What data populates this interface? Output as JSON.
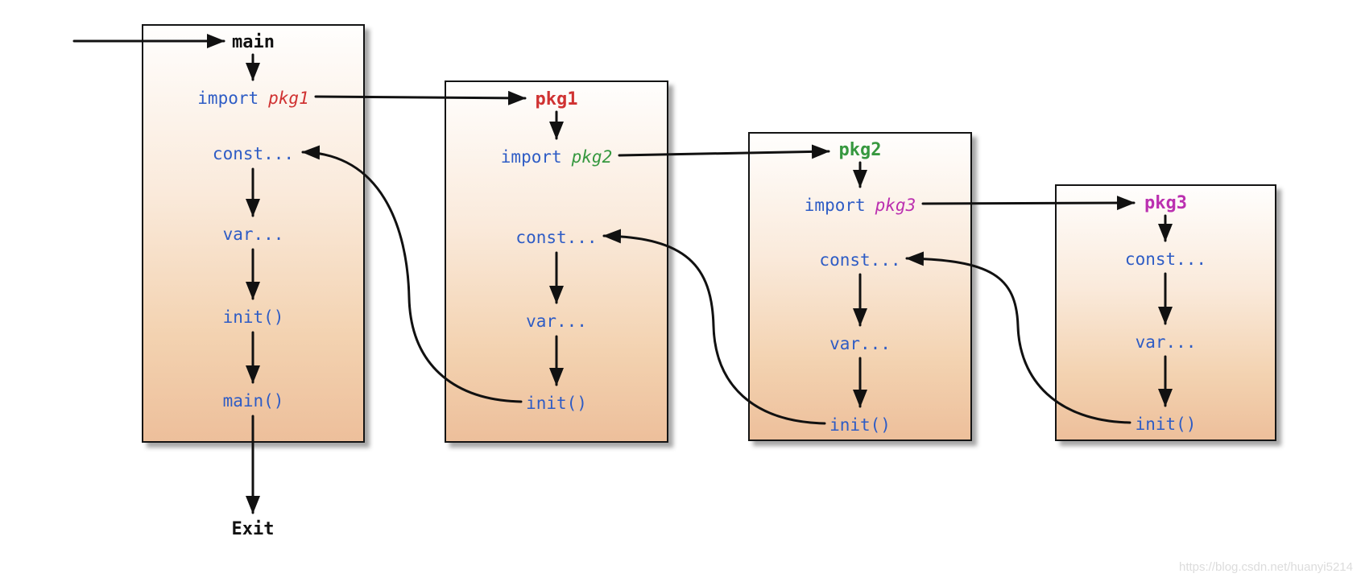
{
  "boxes": [
    {
      "id": "main",
      "title": "main",
      "import_keyword": "import",
      "import_package": "pkg1",
      "steps": [
        "const...",
        "var...",
        "init()",
        "main()"
      ]
    },
    {
      "id": "pkg1",
      "title": "pkg1",
      "import_keyword": "import",
      "import_package": "pkg2",
      "steps": [
        "const...",
        "var...",
        "init()"
      ]
    },
    {
      "id": "pkg2",
      "title": "pkg2",
      "import_keyword": "import",
      "import_package": "pkg3",
      "steps": [
        "const...",
        "var...",
        "init()"
      ]
    },
    {
      "id": "pkg3",
      "title": "pkg3",
      "steps": [
        "const...",
        "var...",
        "init()"
      ]
    }
  ],
  "exit_label": "Exit",
  "watermark": "https://blog.csdn.net/huanyi5214",
  "colors": {
    "code_blue": "#2e5cc5",
    "pkg1_red": "#d03232",
    "pkg2_green": "#36983f",
    "pkg3_magenta": "#bb30b0",
    "title_black": "#111111",
    "box_gradient_top": "#fffefd",
    "box_gradient_bottom": "#edbf9b",
    "arrow_black": "#111111",
    "watermark_gray": "#dcdcdc"
  }
}
